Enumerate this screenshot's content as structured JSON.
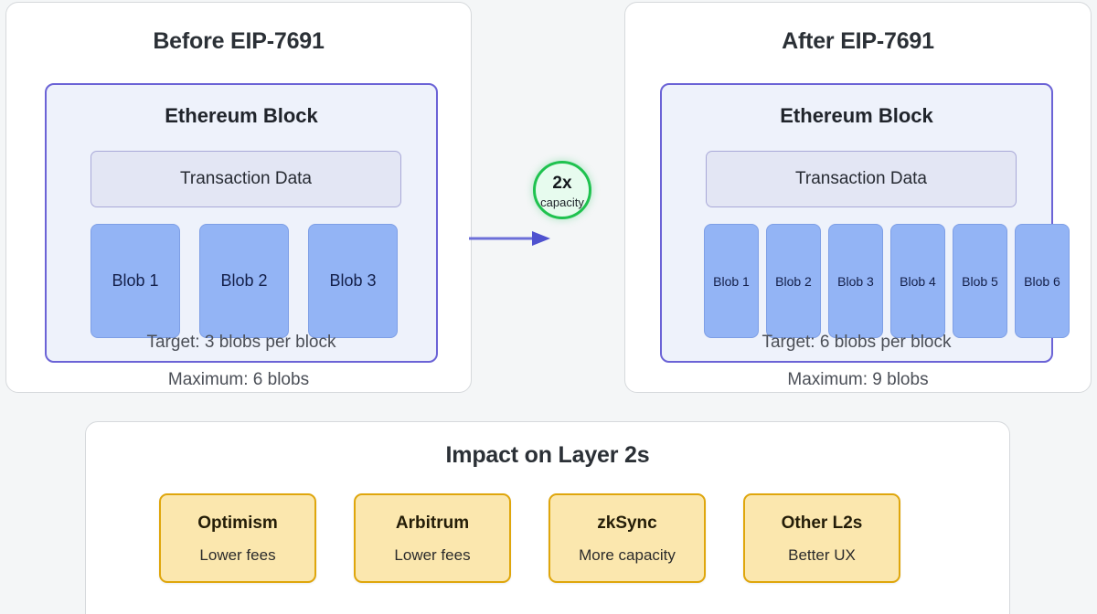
{
  "colors": {
    "page_background": "#f4f6f7",
    "card_background": "#ffffff",
    "card_border": "#d6d9dc",
    "block_border": "#6b63d6",
    "block_fill": "#eef2fb",
    "tx_fill": "#e3e6f4",
    "blob_fill": "#93b4f5",
    "blob_border": "#7e9fe6",
    "arrow": "#6c6fd8",
    "badge_ring": "#1fc24f",
    "badge_fill": "#e7fbee",
    "l2_fill": "#fbe7ae",
    "l2_border": "#dfa60c",
    "title_text": "#2b3036"
  },
  "before": {
    "title": "Before EIP-7691",
    "block_title": "Ethereum Block",
    "tx_label": "Transaction Data",
    "blobs": [
      "Blob 1",
      "Blob 2",
      "Blob 3"
    ],
    "target": "Target: 3 blobs per block",
    "maximum": "Maximum: 6 blobs"
  },
  "after": {
    "title": "After EIP-7691",
    "block_title": "Ethereum Block",
    "tx_label": "Transaction Data",
    "blobs": [
      "Blob 1",
      "Blob 2",
      "Blob 3",
      "Blob 4",
      "Blob 5",
      "Blob 6"
    ],
    "target": "Target: 6 blobs per block",
    "maximum": "Maximum: 9 blobs"
  },
  "center": {
    "badge_main": "2x",
    "badge_sub": "capacity",
    "arrow_icon": "arrow-right-icon"
  },
  "impact": {
    "title": "Impact on Layer 2s",
    "cards": [
      {
        "name": "Optimism",
        "desc": "Lower fees"
      },
      {
        "name": "Arbitrum",
        "desc": "Lower fees"
      },
      {
        "name": "zkSync",
        "desc": "More capacity"
      },
      {
        "name": "Other L2s",
        "desc": "Better UX"
      }
    ]
  }
}
